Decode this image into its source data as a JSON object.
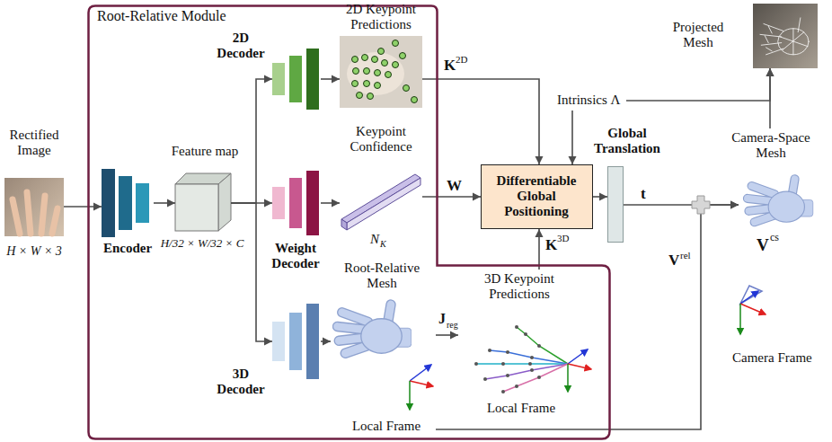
{
  "diagram": {
    "nodes": [
      {
        "text": [
          "Rectified Image",
          "H × W × 3"
        ]
      },
      {
        "text": [
          "Root-Relative Module"
        ]
      },
      {
        "text": [
          "Encoder"
        ],
        "in": 1
      },
      {
        "text": [
          "Feature map",
          "H/32 × W/32 × C"
        ],
        "in": 1
      },
      {
        "text": [
          "2D Decoder"
        ],
        "in": 1
      },
      {
        "text": [
          "2D Keypoint Predictions"
        ],
        "in": 1
      },
      {
        "text": [
          "Weight Decoder"
        ],
        "in": 1
      },
      {
        "text": [
          "Keypoint Confidence"
        ],
        "in": 1
      },
      {
        "text": [
          "3D Decoder"
        ],
        "in": 1
      },
      {
        "text": [
          "Root-Relative Mesh",
          "Local Frame"
        ],
        "in": 1
      },
      {
        "text": [
          "3D Keypoint Predictions",
          "Local Frame"
        ],
        "in": 1
      },
      {
        "text": [
          "Differentiable Global Positioning"
        ]
      },
      {
        "text": [
          "Intrinsics Λ"
        ]
      },
      {
        "text": [
          "Global Translation"
        ]
      },
      {
        "text": [
          "Camera-Space Mesh"
        ]
      },
      {
        "text": [
          "Projected Mesh"
        ]
      }
    ],
    "edges": [
      {
        "from": 0,
        "to": 2,
        "arrow": "to"
      },
      {
        "from": 2,
        "to": 3,
        "arrow": "to"
      },
      {
        "from": 3,
        "to": 4,
        "arrow": "to"
      },
      {
        "from": 3,
        "to": 6,
        "arrow": "to"
      },
      {
        "from": 3,
        "to": 8,
        "arrow": "to"
      },
      {
        "from": 4,
        "to": 5,
        "arrow": "to"
      },
      {
        "from": 6,
        "to": 7,
        "arrow": "to"
      },
      {
        "from": 8,
        "to": 9,
        "arrow": "to"
      },
      {
        "from": 5,
        "to": 11,
        "arrow": "to"
      },
      {
        "from": 7,
        "to": 11,
        "arrow": "to"
      },
      {
        "from": 9,
        "to": 10,
        "arrow": "to"
      },
      {
        "from": 10,
        "to": 11,
        "arrow": "to"
      },
      {
        "from": 12,
        "to": 11,
        "arrow": "to"
      },
      {
        "from": 11,
        "to": 13,
        "arrow": "to"
      },
      {
        "from": 13,
        "to": 14,
        "arrow": "to"
      },
      {
        "from": 9,
        "to": 14,
        "arrow": "to"
      },
      {
        "from": 12,
        "to": 15,
        "arrow": "to"
      },
      {
        "from": 14,
        "to": 15,
        "arrow": "to"
      }
    ],
    "labels": [
      "K",
      "2D",
      "W",
      "J",
      "reg",
      "K",
      "3D",
      "N",
      "K",
      "t",
      "V",
      "rel",
      "V",
      "cs",
      "Camera Frame"
    ]
  }
}
